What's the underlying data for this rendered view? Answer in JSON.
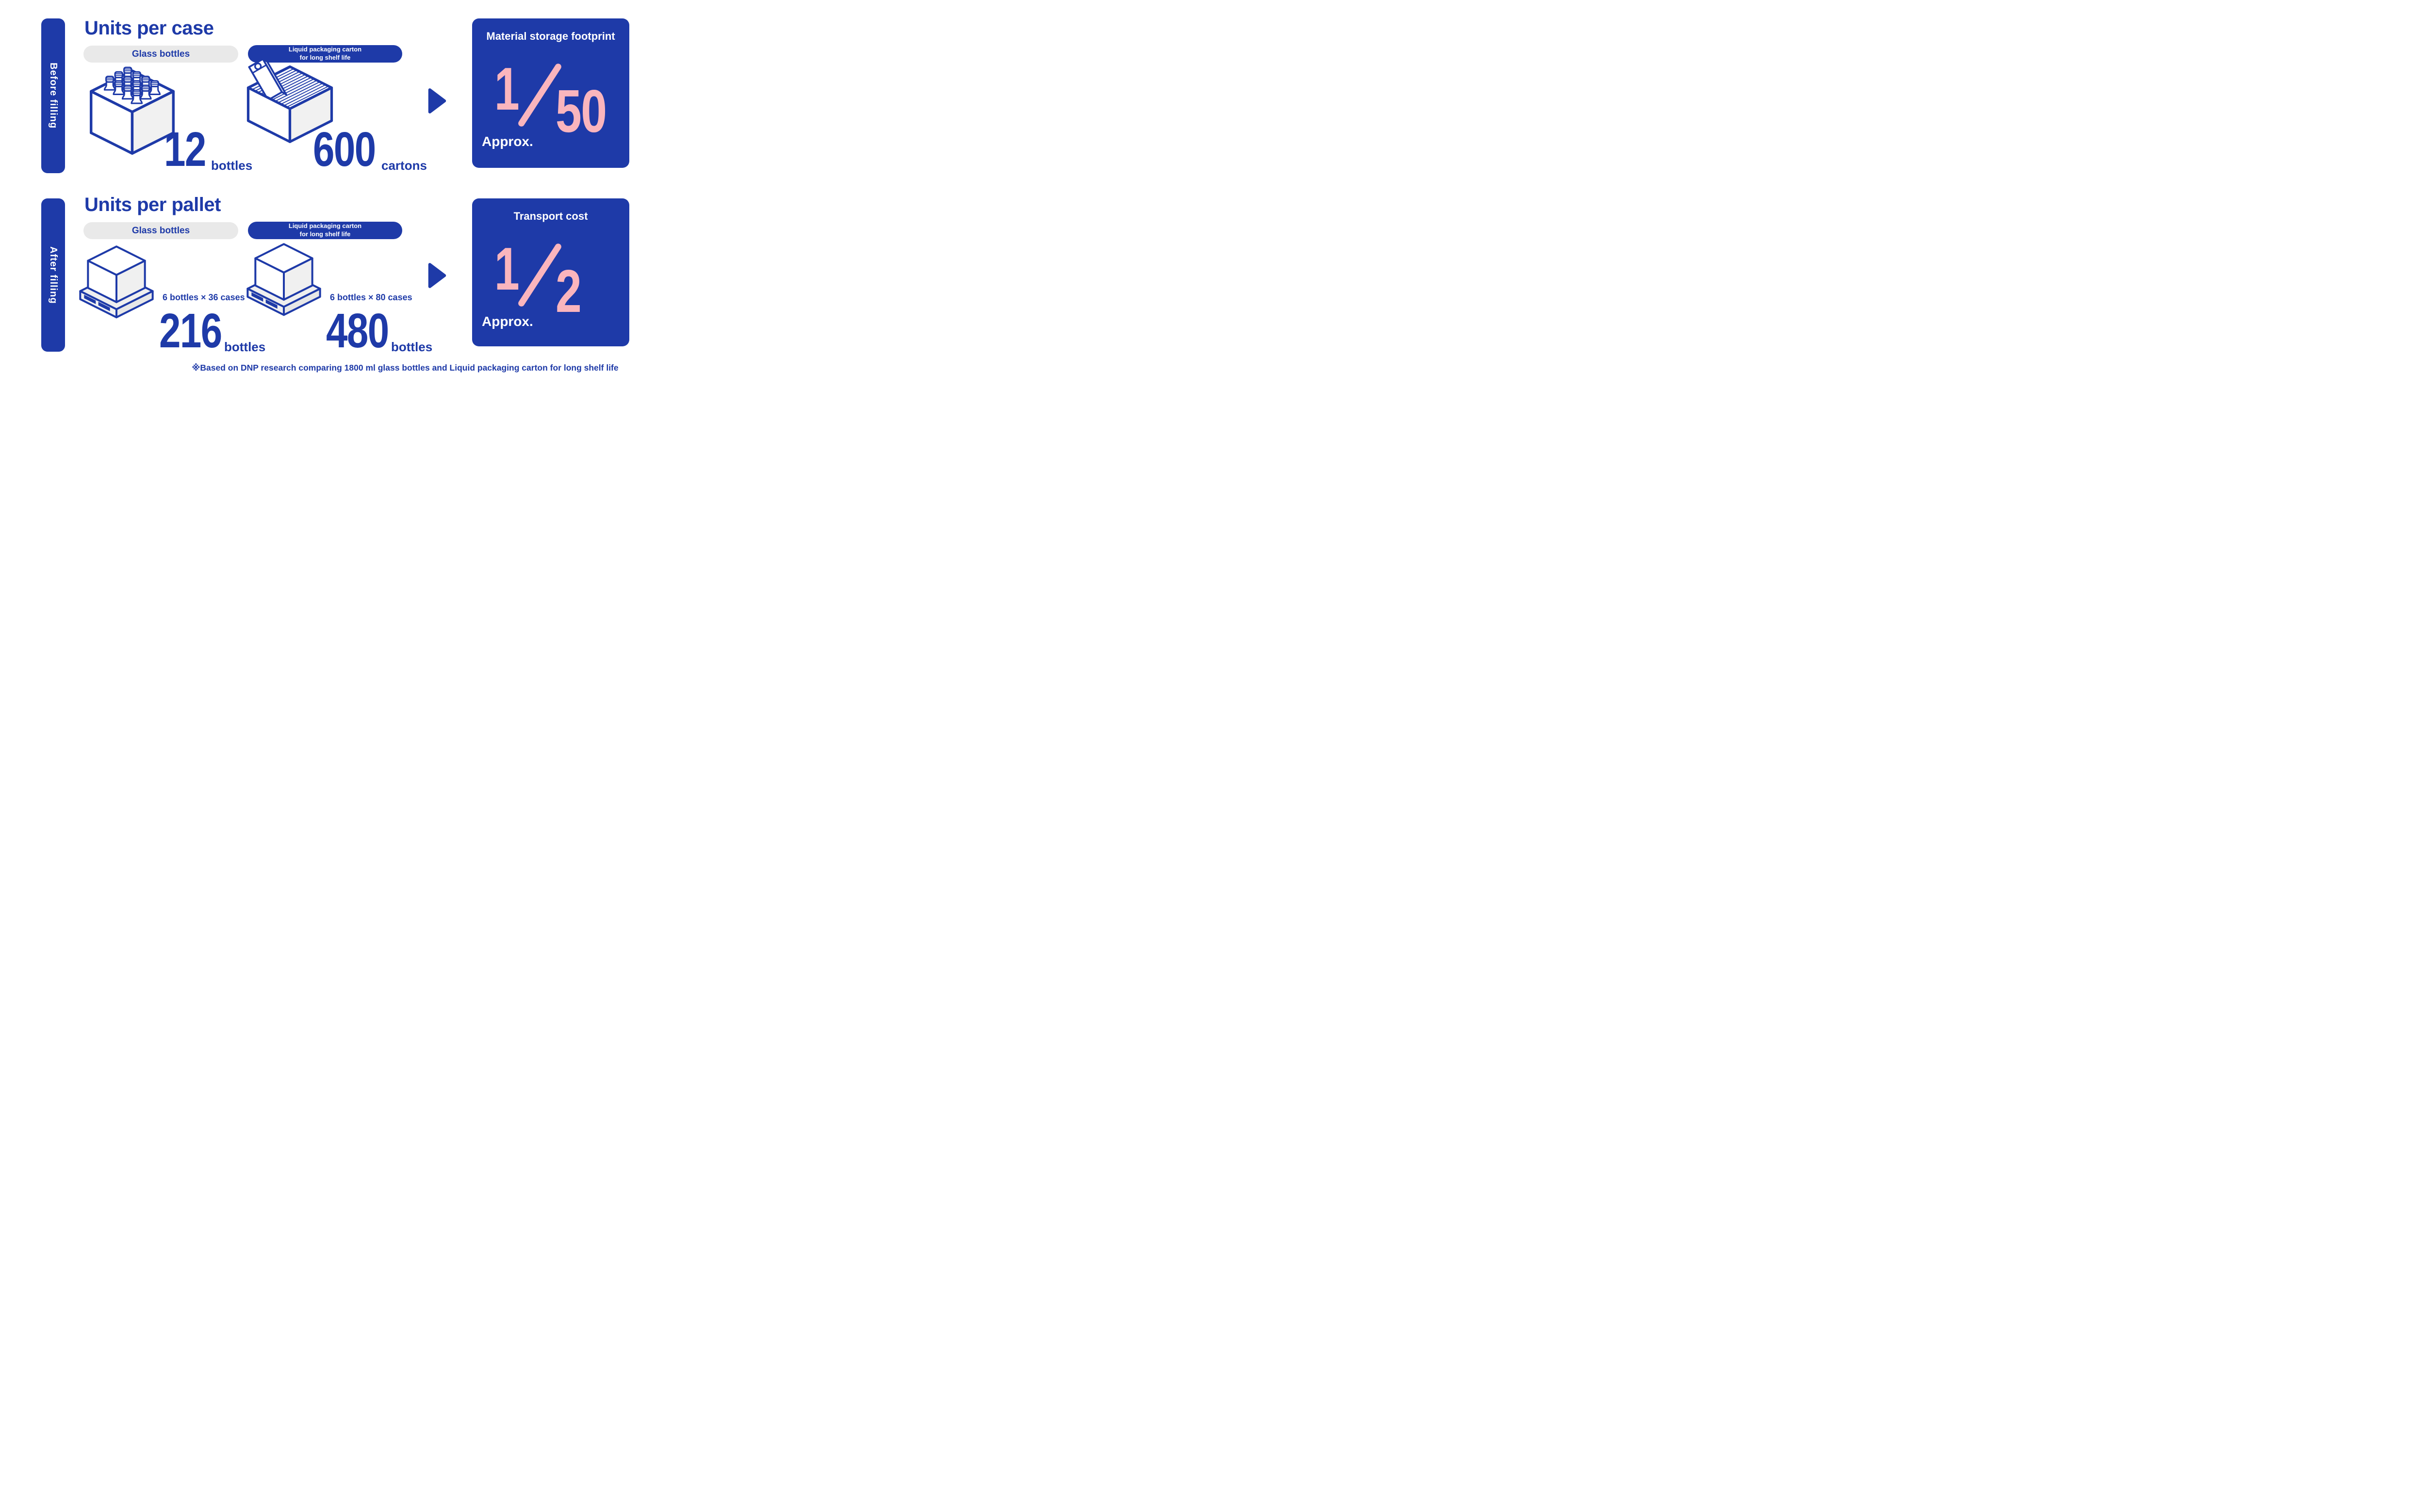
{
  "colors": {
    "primary_blue": "#1E3AA8",
    "accent_pink": "#FAB5BD",
    "pill_gray": "#E9E9E9"
  },
  "rows": [
    {
      "side_label": "Before filling",
      "title": "Units per case",
      "glass": {
        "label": "Glass bottles",
        "count": "12",
        "unit": "bottles"
      },
      "carton": {
        "label_line1": "Liquid packaging carton",
        "label_line2": "for long shelf life",
        "count": "600",
        "unit": "cartons"
      },
      "result": {
        "title": "Material storage footprint",
        "numerator": "1",
        "denominator": "50",
        "approx_label": "Approx."
      }
    },
    {
      "side_label": "After filling",
      "title": "Units per pallet",
      "glass": {
        "label": "Glass bottles",
        "calc": "6 bottles × 36 cases",
        "count": "216",
        "unit": "bottles"
      },
      "carton": {
        "label_line1": "Liquid packaging carton",
        "label_line2": "for long shelf life",
        "calc": "6 bottles × 80 cases",
        "count": "480",
        "unit": "bottles"
      },
      "result": {
        "title": "Transport cost",
        "numerator": "1",
        "denominator": "2",
        "approx_label": "Approx."
      }
    }
  ],
  "footnote": "※Based on DNP research comparing 1800 ml glass bottles and Liquid packaging carton for long shelf life"
}
